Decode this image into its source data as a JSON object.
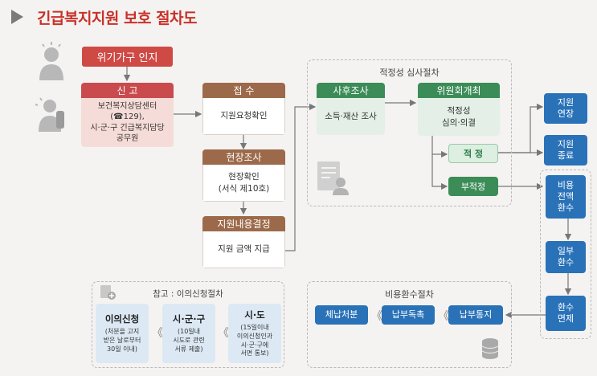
{
  "title": "긴급복지지원 보호 절차도",
  "crisis": "위기가구 인지",
  "report": {
    "header": "신 고",
    "body": [
      "보건복지상담센터(☎129),",
      "시·군·구 긴급복지담당",
      "공무원"
    ]
  },
  "receipt": {
    "header": "접 수",
    "body": "지원요청확인"
  },
  "field": {
    "header": "현장조사",
    "body": [
      "현장확인",
      "(서식 제10호)"
    ]
  },
  "decision": {
    "header": "지원내용결정",
    "body": "지원 금액 지급"
  },
  "review": {
    "label": "적정성 심사절차",
    "post": {
      "header": "사후조사",
      "body": "소득·재산 조사"
    },
    "committee": {
      "header": "위원회개최",
      "body": [
        "적정성",
        "심의·의결"
      ]
    },
    "proper": "적 정",
    "improper": "부적정"
  },
  "outcomes": {
    "extend": [
      "지원",
      "연장"
    ],
    "end": [
      "지원",
      "종료"
    ],
    "full": [
      "비용",
      "전액",
      "환수"
    ],
    "partial": [
      "일부",
      "환수"
    ],
    "exempt": [
      "환수",
      "면제"
    ]
  },
  "objection": {
    "label": "참고 : 이의신청절차",
    "steps": [
      {
        "title": "이의신청",
        "desc": [
          "(처분을 고지",
          "받은 날로부터",
          "30일 이내)"
        ]
      },
      {
        "title": "시·군·구",
        "desc": [
          "(10일내",
          "시도로 관련",
          "서류 제출)"
        ]
      },
      {
        "title": "시·도",
        "desc": [
          "(15일이내",
          "이의신청인과",
          "시·군·구에",
          "서면 통보)"
        ]
      }
    ]
  },
  "refund": {
    "label": "비용환수절차",
    "steps": [
      "체납처분",
      "납부독촉",
      "납부통지"
    ]
  },
  "chevron": "《"
}
